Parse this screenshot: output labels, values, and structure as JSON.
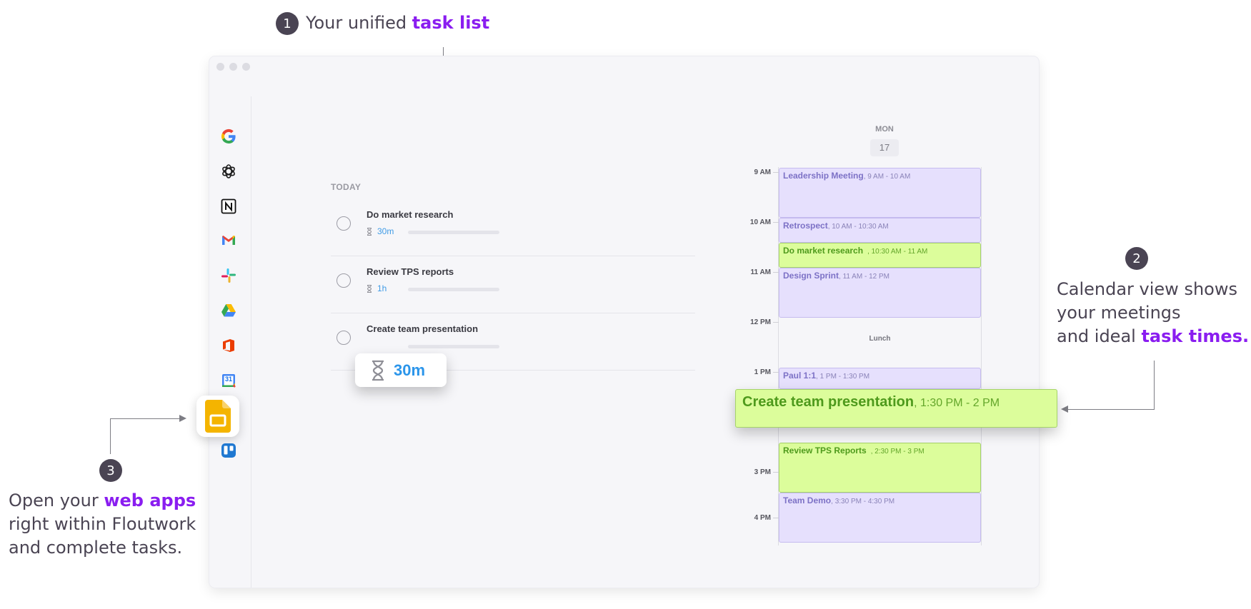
{
  "callouts": {
    "one": {
      "number": "1",
      "prefix": "Your unified ",
      "highlight": "task list"
    },
    "two": {
      "number": "2",
      "line1": "Calendar view shows",
      "line2": "your meetings",
      "line3_prefix": "and ideal ",
      "line3_highlight": "task times",
      "line3_suffix": "."
    },
    "three": {
      "number": "3",
      "line1_prefix": "Open your ",
      "line1_highlight": "web apps",
      "line2": "right within Floutwork",
      "line3": "and complete tasks."
    }
  },
  "colors": {
    "highlight": "#8a1df0",
    "meeting": "#e6e0fd",
    "task_event": "#dcfd9b",
    "duration": "#3f9be6"
  },
  "apps": [
    {
      "name": "google-icon"
    },
    {
      "name": "openai-icon"
    },
    {
      "name": "notion-icon"
    },
    {
      "name": "gmail-icon"
    },
    {
      "name": "slack-icon"
    },
    {
      "name": "google-drive-icon"
    },
    {
      "name": "office-icon"
    },
    {
      "name": "google-calendar-icon",
      "label": "31"
    },
    {
      "name": "google-slides-icon",
      "active": true
    },
    {
      "name": "trello-icon"
    }
  ],
  "tasks": {
    "section_label": "TODAY",
    "items": [
      {
        "title": "Do market research",
        "duration": "30m"
      },
      {
        "title": "Review TPS reports",
        "duration": "1h"
      },
      {
        "title": "Create team presentation",
        "duration": ""
      }
    ],
    "drag_chip_duration": "30m"
  },
  "calendar": {
    "day": "MON",
    "date": "17",
    "hours": [
      "9 AM",
      "10 AM",
      "11 AM",
      "12 PM",
      "1 PM",
      "3 PM",
      "4 PM"
    ],
    "lunch_label": "Lunch",
    "events": [
      {
        "title": "Leadership Meeting",
        "time": ", 9 AM - 10 AM",
        "kind": "meeting"
      },
      {
        "title": "Retrospect",
        "time": ", 10 AM - 10:30 AM",
        "kind": "meeting"
      },
      {
        "title": "Do market research",
        "time": ", 10:30 AM - 11 AM",
        "kind": "task"
      },
      {
        "title": "Design Sprint",
        "time": ", 11 AM - 12 PM",
        "kind": "meeting"
      },
      {
        "title": "Paul 1:1",
        "time": ", 1 PM - 1:30 PM",
        "kind": "meeting"
      },
      {
        "title": "Review TPS Reports",
        "time": ", 2:30 PM - 3 PM",
        "kind": "task"
      },
      {
        "title": "Team Demo",
        "time": ", 3:30 PM - 4:30 PM",
        "kind": "meeting"
      }
    ],
    "dragging_event": {
      "title": "Create team presentation",
      "time": ", 1:30 PM - 2 PM"
    }
  }
}
